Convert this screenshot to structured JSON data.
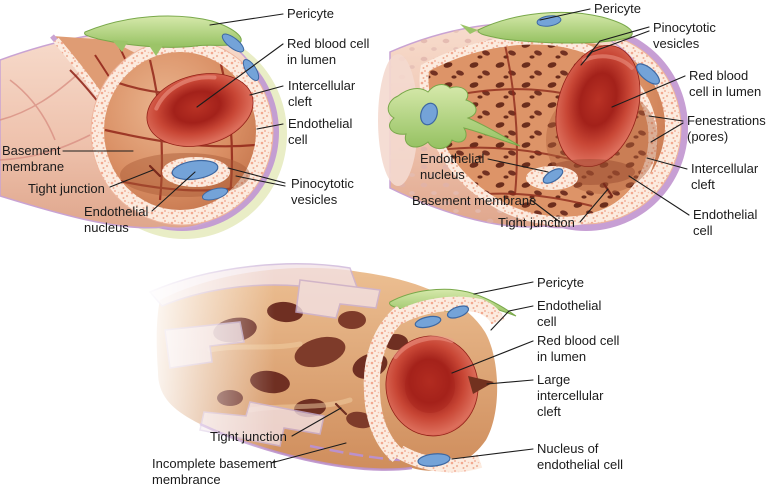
{
  "figure": {
    "background_color": "#ffffff",
    "text_color": "#1b1b1b",
    "palette": {
      "pericyte_green": "#a9cf6f",
      "nucleus_blue": "#74a3d8",
      "red_blood_cell_red": "#b93225",
      "basement_membrane_purple": "#bb91cc",
      "endothelium_cut_edge_cream": "#fcebdf",
      "lumen_salmon": "#d98e63",
      "fenestration_brown": "#5e2114",
      "leader_line_color": "#1c1c1c"
    },
    "panels": [
      {
        "id": "continuous-capillary",
        "position": "top-left",
        "labels": {
          "pericyte": "Pericyte",
          "red_blood_cell": "Red blood cell in lumen",
          "intercellular_cleft": "Intercellular cleft",
          "endothelial_cell": "Endothelial cell",
          "pinocytotic_vesicles": "Pinocytotic vesicles",
          "basement_membrane": "Basement membrane",
          "tight_junction": "Tight junction",
          "endothelial_nucleus": "Endothelial nucleus"
        }
      },
      {
        "id": "fenestrated-capillary",
        "position": "top-right",
        "labels": {
          "pericyte": "Pericyte",
          "pinocytotic_vesicles": "Pinocytotic vesicles",
          "red_blood_cell": "Red blood cell in lumen",
          "fenestrations": "Fenestrations (pores)",
          "intercellular_cleft": "Intercellular cleft",
          "endothelial_cell": "Endothelial cell",
          "endothelial_nucleus": "Endothelial nucleus",
          "basement_membrane": "Basement membrane",
          "tight_junction": "Tight junction"
        }
      },
      {
        "id": "sinusoid-capillary",
        "position": "bottom-center",
        "labels": {
          "pericyte": "Pericyte",
          "endothelial_cell": "Endothelial cell",
          "red_blood_cell": "Red blood cell in lumen",
          "large_intercellular_cleft": "Large intercellular cleft",
          "nucleus_of_endothelial_cell": "Nucleus of endothelial cell",
          "tight_junction": "Tight junction",
          "incomplete_basement_membrane": "Incomplete basement membrance"
        }
      }
    ]
  }
}
